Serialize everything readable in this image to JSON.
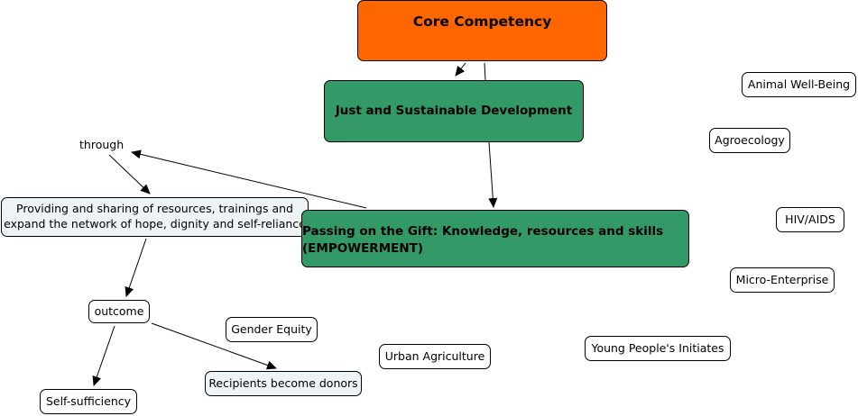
{
  "diagram": {
    "type": "concept-map",
    "colors": {
      "core": "#ff6600",
      "primary": "#339966",
      "secondary": "#eef4f6",
      "plain": "#ffffff",
      "border": "#000000"
    },
    "nodes": {
      "core": "Core Competency",
      "just": "Just and Sustainable Development",
      "passing_line1": "Passing on the Gift: Knowledge, resources and skills",
      "passing_line2": "(EMPOWERMENT)",
      "providing_line1": "Providing and sharing of resources, trainings and",
      "providing_line2": "expand the network of hope, dignity and self-reliance",
      "outcome": "outcome",
      "self_sufficiency": "Self-sufficiency",
      "recipients": "Recipients become donors",
      "gender": "Gender Equity",
      "urban": "Urban Agriculture",
      "young": "Young People's Initiates",
      "animal": "Animal Well-Being",
      "agroecology": "Agroecology",
      "hiv": "HIV/AIDS",
      "micro": "Micro-Enterprise"
    },
    "linking_phrases": {
      "through": "through"
    },
    "edges": [
      {
        "from": "core",
        "to": "just"
      },
      {
        "from": "just",
        "to": "passing"
      },
      {
        "from": "passing",
        "to": "through"
      },
      {
        "from": "through",
        "to": "providing"
      },
      {
        "from": "providing",
        "to": "outcome"
      },
      {
        "from": "outcome",
        "to": "self_sufficiency"
      },
      {
        "from": "outcome",
        "to": "recipients"
      }
    ]
  }
}
